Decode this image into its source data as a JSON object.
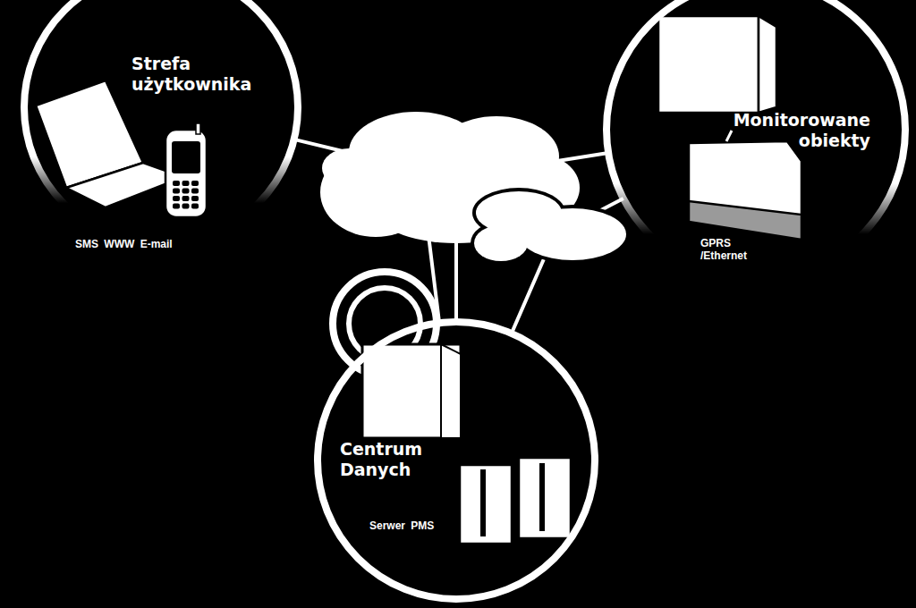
{
  "diagram": {
    "nodes": [
      {
        "text": [
          "Strefa użytkownika",
          "SMS WWW E-mail"
        ]
      },
      {
        "text": [
          "Monitorowane obiekty",
          "GPRS /Ethernet"
        ]
      },
      {
        "text": [
          "Centrum Danych",
          "Serwer PMS"
        ]
      }
    ],
    "edges": [
      {
        "from": 0,
        "to": 2,
        "arrow": "none"
      },
      {
        "from": 1,
        "to": 2,
        "arrow": "none"
      },
      {
        "from": 1,
        "to": 2,
        "arrow": "none"
      }
    ]
  }
}
